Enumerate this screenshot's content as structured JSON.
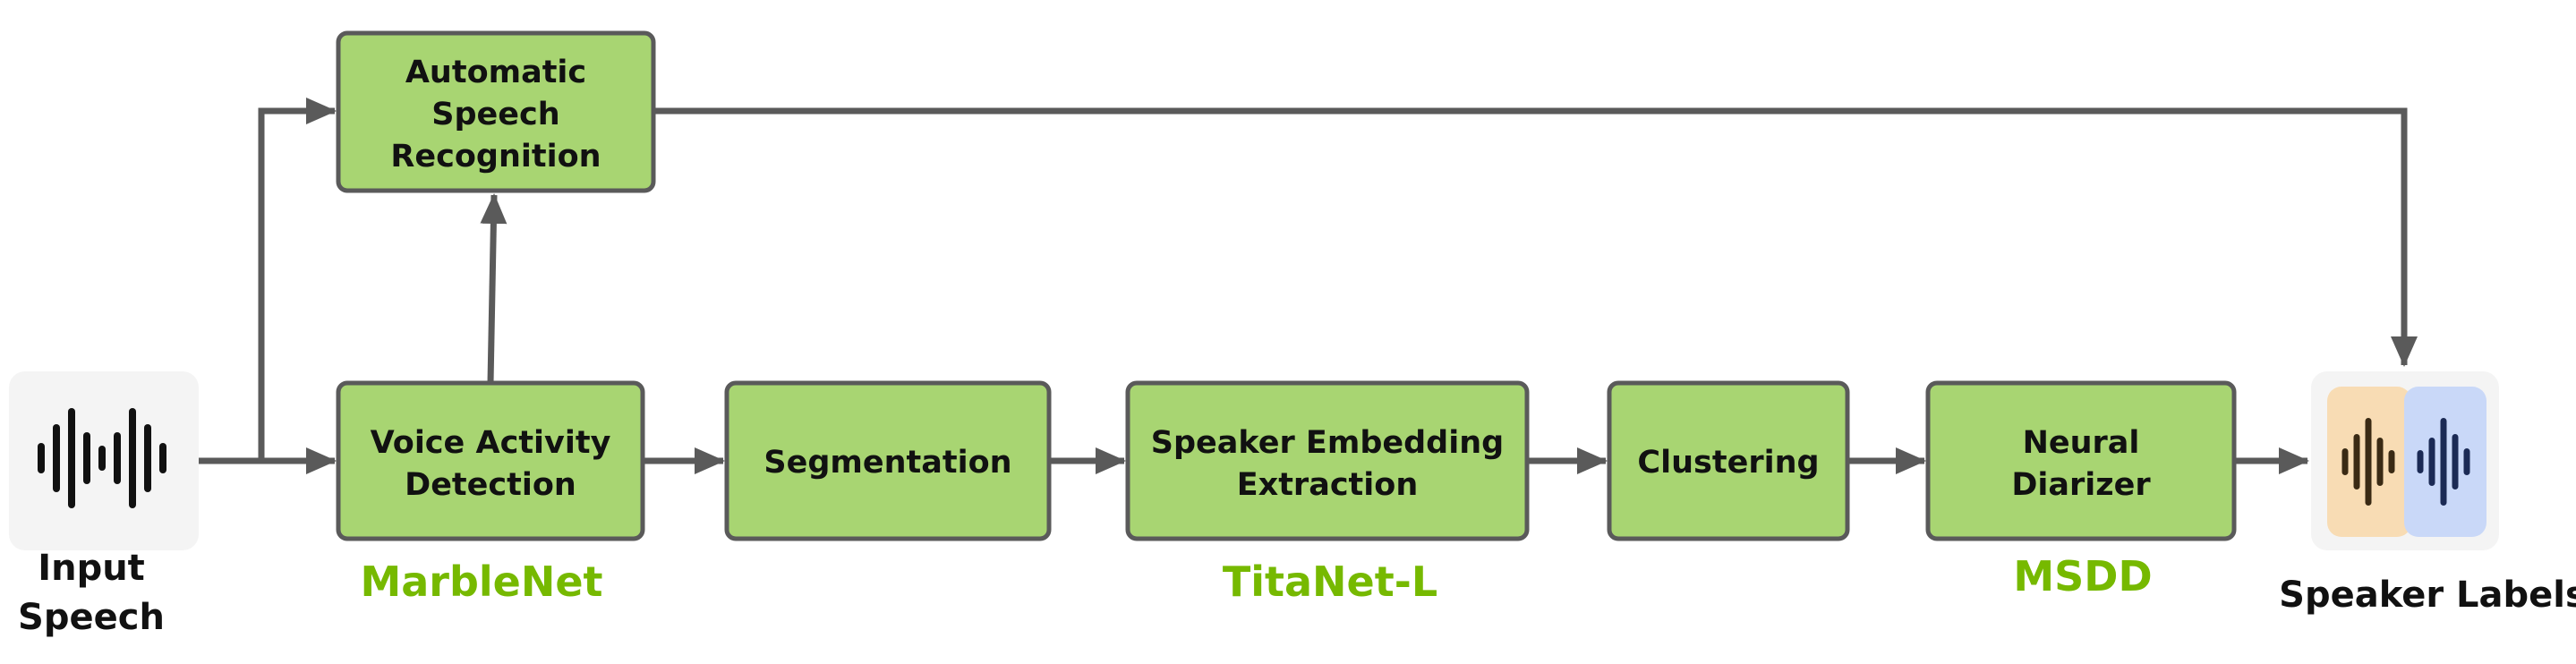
{
  "colors": {
    "box_fill": "#a8d572",
    "box_stroke": "#5a5a5a",
    "arrow": "#5a5a5a",
    "model_label": "#76b900",
    "waveform": "#111111",
    "speaker1_bg": "#f8dcb4",
    "speaker1_wave": "#3a2a14",
    "speaker2_bg": "#c9d8f8",
    "speaker2_wave": "#1b2a55"
  },
  "input": {
    "label_line1": "Input",
    "label_line2": "Speech"
  },
  "boxes": {
    "asr": {
      "line1": "Automatic",
      "line2": "Speech",
      "line3": "Recognition"
    },
    "vad": {
      "line1": "Voice Activity",
      "line2": "Detection"
    },
    "segmentation": {
      "line1": "Segmentation"
    },
    "embedding": {
      "line1": "Speaker Embedding",
      "line2": "Extraction"
    },
    "clustering": {
      "line1": "Clustering"
    },
    "diarizer": {
      "line1": "Neural",
      "line2": "Diarizer"
    }
  },
  "models": {
    "vad": "MarbleNet",
    "embedding": "TitaNet-L",
    "diarizer": "MSDD"
  },
  "output": {
    "label": "Speaker Labels"
  }
}
